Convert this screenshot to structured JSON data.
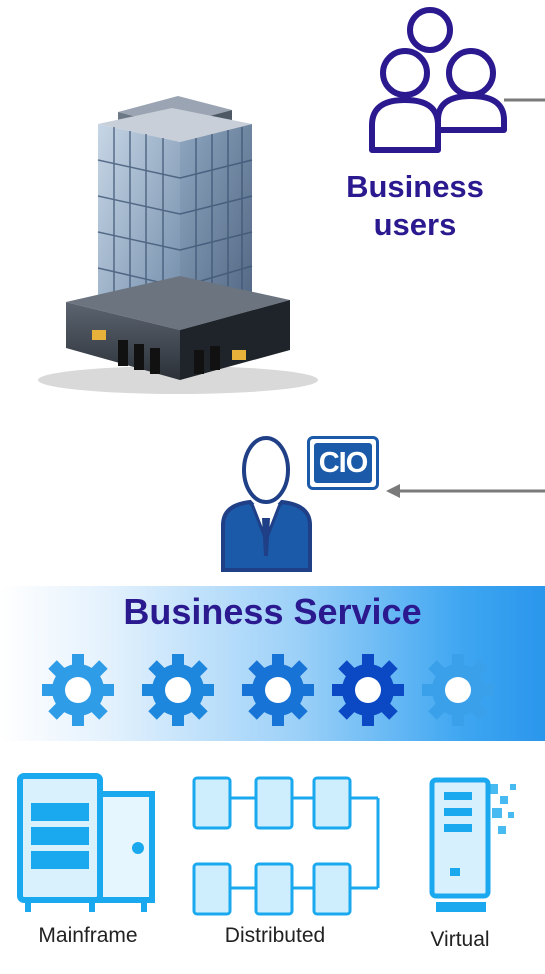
{
  "users": {
    "line1": "Business",
    "line2": "users"
  },
  "cio_badge": "CIO",
  "banner": {
    "title": "Business Service"
  },
  "infrastructure": {
    "mainframe": "Mainframe",
    "distributed": "Distributed",
    "virtual": "Virtual"
  },
  "colors": {
    "text_dark_blue": "#2b1a8f",
    "gear_light": "#2f9ce8",
    "gear_dark": "#0b48c4",
    "icon_cyan": "#1aa9ef"
  }
}
